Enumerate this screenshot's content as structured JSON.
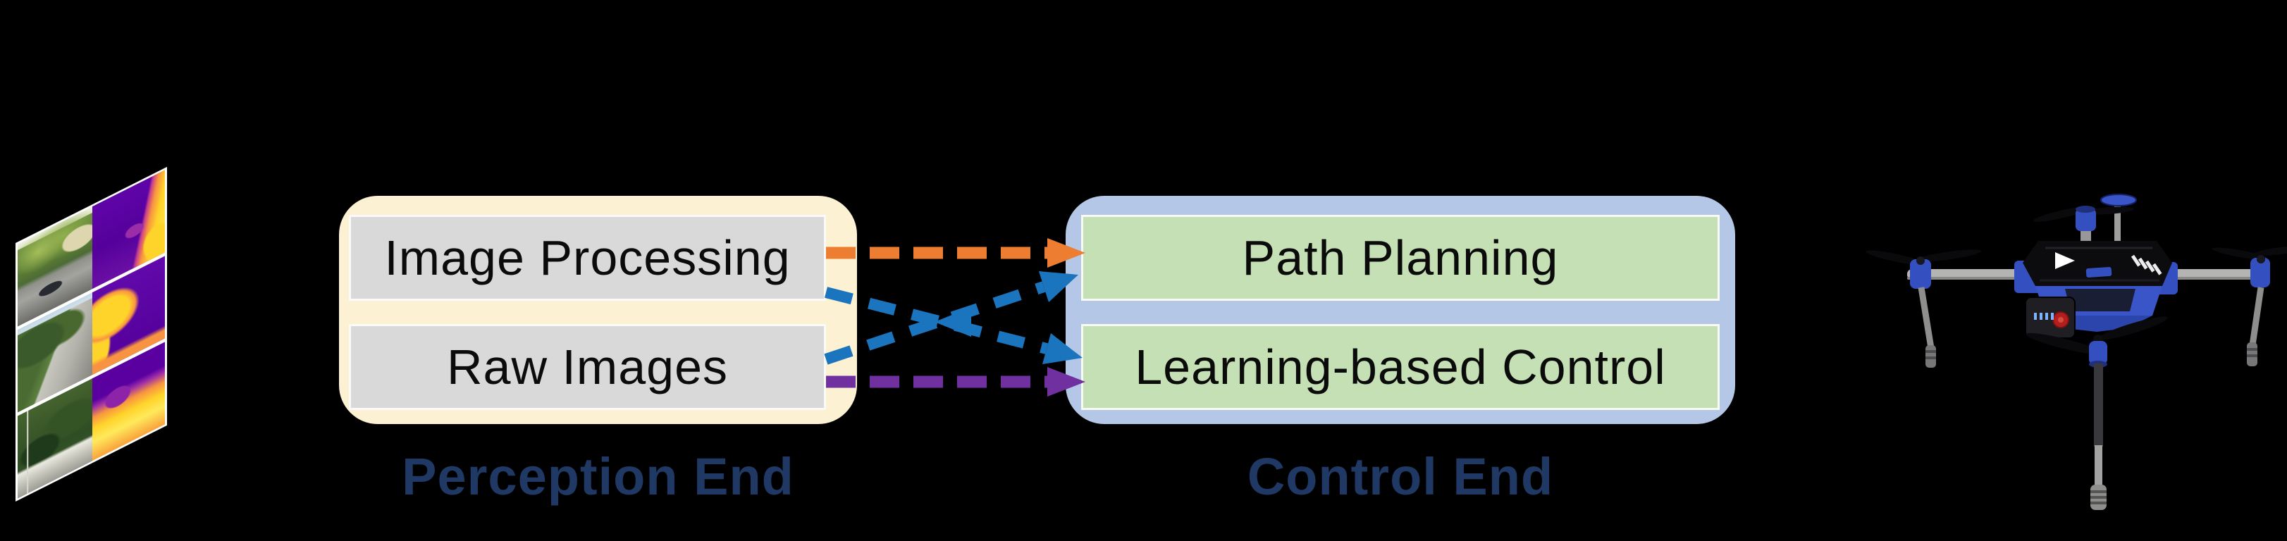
{
  "scene": {
    "background": "#000000"
  },
  "perception": {
    "label": "Perception End",
    "container_color": "#FCF2D3",
    "module_color": "#D9D9D9",
    "modules": [
      {
        "label": "Image Processing"
      },
      {
        "label": "Raw Images"
      }
    ]
  },
  "control": {
    "label": "Control End",
    "container_color": "#B4C7E7",
    "module_color": "#C5E0B4",
    "modules": [
      {
        "label": "Path Planning"
      },
      {
        "label": "Learning-based Control"
      }
    ]
  },
  "title_color": "#1F3864",
  "arrows": [
    {
      "id": "image-processing-to-path-planning",
      "from": "Image Processing",
      "to": "Path Planning",
      "color": "#ED7D31",
      "style": "dashed"
    },
    {
      "id": "raw-images-to-path-planning",
      "from": "Raw Images",
      "to": "Path Planning",
      "color": "#1B75BE",
      "style": "dashed"
    },
    {
      "id": "image-processing-to-learning-based-control",
      "from": "Image Processing",
      "to": "Learning-based Control",
      "color": "#1B75BE",
      "style": "dashed"
    },
    {
      "id": "control-to-perception-back-arrowhead",
      "from": "Control End",
      "to": "Perception End",
      "color": "#1B75BE",
      "style": "dashed"
    },
    {
      "id": "raw-images-to-learning-based-control",
      "from": "Raw Images",
      "to": "Learning-based Control",
      "color": "#7030A0",
      "style": "dashed"
    }
  ],
  "illustrations": {
    "sensor_collage": {
      "rows": 3,
      "columns": [
        "rgb-camera-image",
        "depth-map"
      ]
    },
    "drone": {
      "type": "quadcopter-uav"
    }
  }
}
